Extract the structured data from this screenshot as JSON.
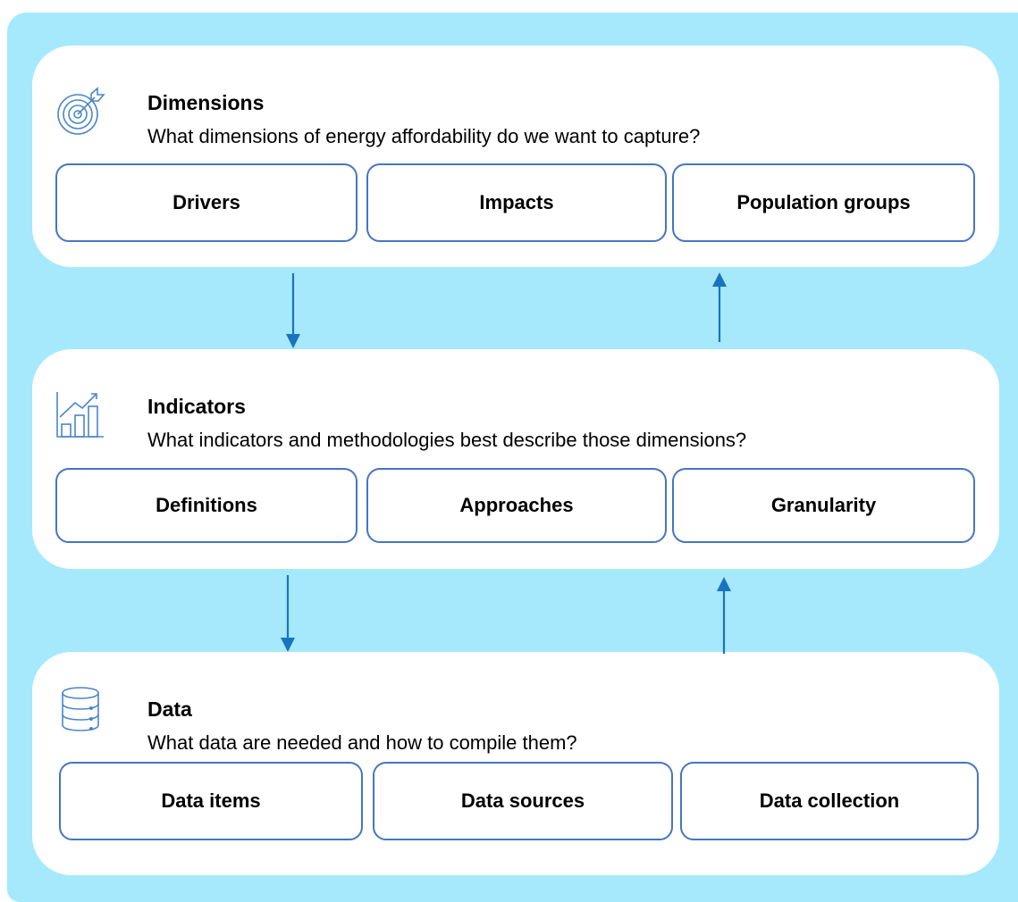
{
  "panels": [
    {
      "title": "Dimensions",
      "question": "What dimensions of energy affordability do we want to capture?",
      "icon": "target-icon",
      "cards": [
        "Drivers",
        "Impacts",
        "Population groups"
      ]
    },
    {
      "title": "Indicators",
      "question": "What indicators and methodologies best describe those dimensions?",
      "icon": "bar-chart-icon",
      "cards": [
        "Definitions",
        "Approaches",
        "Granularity"
      ]
    },
    {
      "title": "Data",
      "question": "What data are needed and how to compile them?",
      "icon": "database-icon",
      "cards": [
        "Data items",
        "Data sources",
        "Data collection"
      ]
    }
  ],
  "colors": {
    "background": "#a6e9fd",
    "panel": "#ffffff",
    "card_border": "#4476c4",
    "arrow": "#1b73c0"
  }
}
